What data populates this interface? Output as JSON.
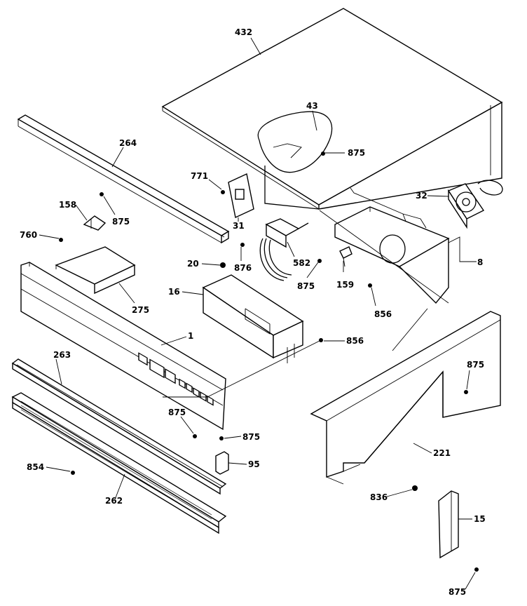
{
  "labels": [
    {
      "key": "432",
      "text": "432"
    },
    {
      "key": "43",
      "text": "43"
    },
    {
      "key": "875_a",
      "text": "875"
    },
    {
      "key": "264",
      "text": "264"
    },
    {
      "key": "771",
      "text": "771"
    },
    {
      "key": "32",
      "text": "32"
    },
    {
      "key": "158",
      "text": "158"
    },
    {
      "key": "875_b",
      "text": "875"
    },
    {
      "key": "31",
      "text": "31"
    },
    {
      "key": "760",
      "text": "760"
    },
    {
      "key": "20",
      "text": "20"
    },
    {
      "key": "876",
      "text": "876"
    },
    {
      "key": "582",
      "text": "582"
    },
    {
      "key": "8",
      "text": "8"
    },
    {
      "key": "875_c",
      "text": "875"
    },
    {
      "key": "159",
      "text": "159"
    },
    {
      "key": "16",
      "text": "16"
    },
    {
      "key": "275",
      "text": "275"
    },
    {
      "key": "856_a",
      "text": "856"
    },
    {
      "key": "1",
      "text": "1"
    },
    {
      "key": "856_b",
      "text": "856"
    },
    {
      "key": "263",
      "text": "263"
    },
    {
      "key": "875_d",
      "text": "875"
    },
    {
      "key": "875_e",
      "text": "875"
    },
    {
      "key": "875_f",
      "text": "875"
    },
    {
      "key": "95",
      "text": "95"
    },
    {
      "key": "221",
      "text": "221"
    },
    {
      "key": "854",
      "text": "854"
    },
    {
      "key": "262",
      "text": "262"
    },
    {
      "key": "836",
      "text": "836"
    },
    {
      "key": "15",
      "text": "15"
    },
    {
      "key": "875_g",
      "text": "875"
    }
  ]
}
